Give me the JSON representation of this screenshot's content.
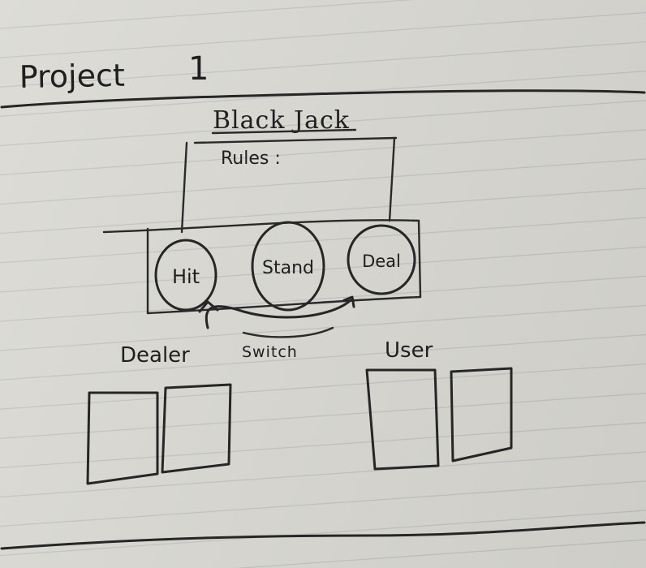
{
  "page": {
    "project_label": "Project",
    "project_number": "1"
  },
  "app": {
    "title": "Black Jack",
    "rules_label": "Rules :"
  },
  "controls": {
    "hit_label": "Hit",
    "stand_label": "Stand",
    "deal_label": "Deal",
    "switch_label": "Switch"
  },
  "players": {
    "dealer_label": "Dealer",
    "user_label": "User",
    "dealer_card_count": 2,
    "user_card_count": 2
  },
  "colors": {
    "ink": "#262626",
    "paper": "#d9d8d2",
    "rule_line": "#7882a0"
  }
}
